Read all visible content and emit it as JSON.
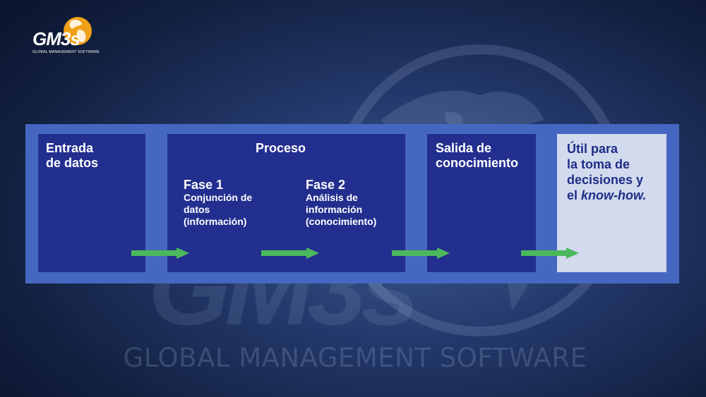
{
  "logo": {
    "brand": "GM3s",
    "tagline": "GLOBAL MANAGEMENT SOFTWARE"
  },
  "watermark": {
    "text": "GLOBAL MANAGEMENT SOFTWARE"
  },
  "flow": {
    "entrada": {
      "line1": "Entrada",
      "line2": "de datos"
    },
    "proceso": {
      "title": "Proceso",
      "fase1": {
        "title": "Fase 1",
        "line1": "Conjunción de",
        "line2": "datos",
        "line3": "(información)"
      },
      "fase2": {
        "title": "Fase 2",
        "line1": "Análisis de",
        "line2": "información",
        "line3": "(conocimiento)"
      }
    },
    "salida": {
      "line1": "Salida de",
      "line2": "conocimiento"
    },
    "util": {
      "line1": "Útil para",
      "line2": "la toma de",
      "line3": "decisiones y",
      "line4_prefix": "el ",
      "line4_em": "know-how."
    }
  },
  "colors": {
    "band": "#4667c1",
    "box": "#232f8f",
    "light_box": "#d2daee",
    "arrow": "#4cb85c",
    "logo_orange": "#f0a018"
  }
}
